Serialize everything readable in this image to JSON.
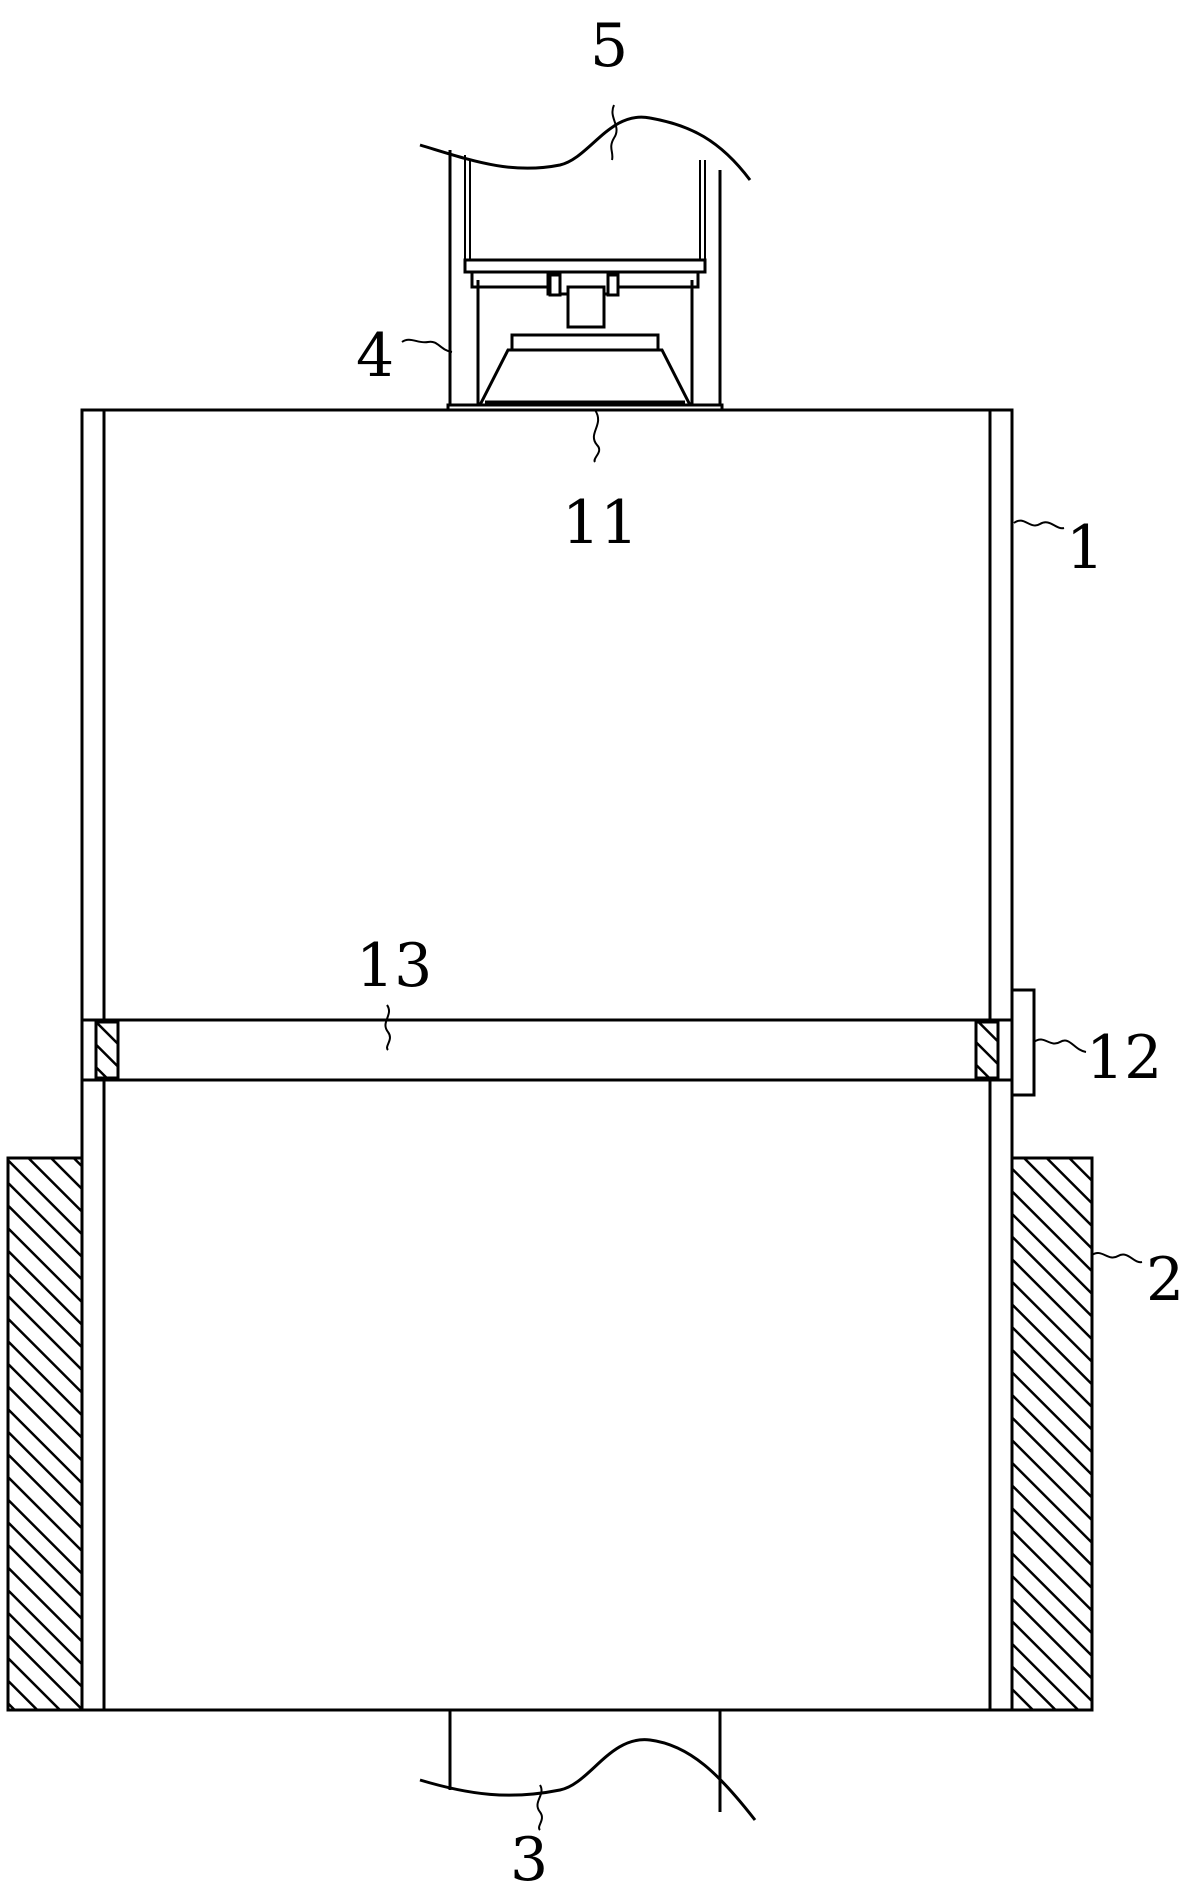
{
  "labels": {
    "l1": "1",
    "l2": "2",
    "l3": "3",
    "l4": "4",
    "l5": "5",
    "l11": "11",
    "l12": "12",
    "l13": "13"
  }
}
